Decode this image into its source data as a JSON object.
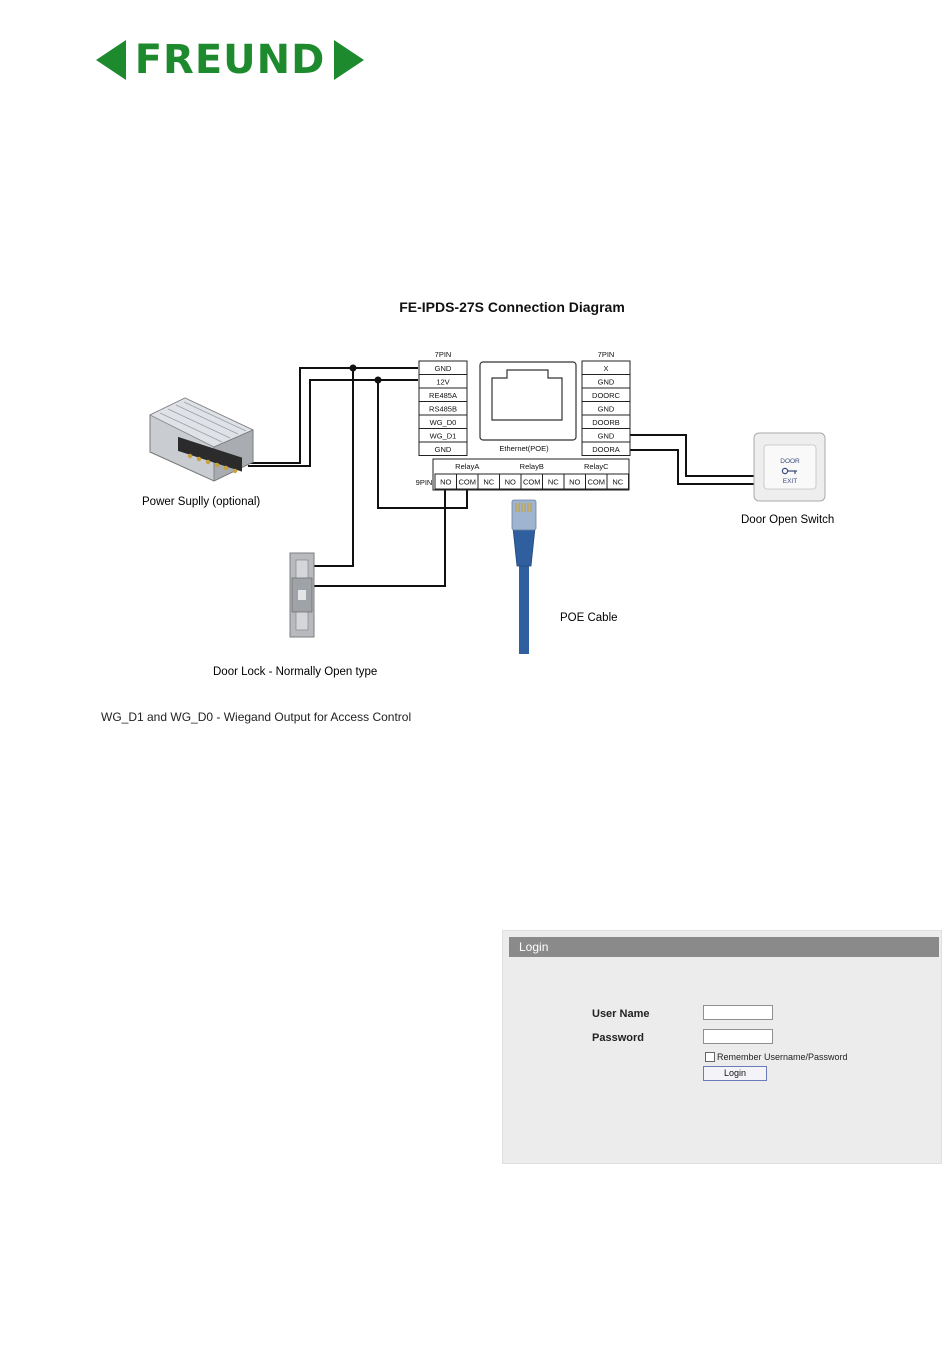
{
  "logo": {
    "text": "FREUND",
    "color": "#1e8a2e"
  },
  "diagram": {
    "title": "FE-IPDS-27S Connection Diagram",
    "left_block": {
      "header": "7PIN",
      "pins": [
        "GND",
        "12V",
        "RE485A",
        "RS485B",
        "WG_D0",
        "WG_D1",
        "GND"
      ]
    },
    "right_block": {
      "header": "7PIN",
      "pins": [
        "X",
        "GND",
        "DOORC",
        "GND",
        "DOORB",
        "GND",
        "DOORA"
      ]
    },
    "ethernet_label": "Ethernet(POE)",
    "relay_header": "9PIN",
    "relays": [
      {
        "name": "RelayA",
        "terminals": [
          "NO",
          "COM",
          "NC"
        ]
      },
      {
        "name": "RelayB",
        "terminals": [
          "NO",
          "COM",
          "NC"
        ]
      },
      {
        "name": "RelayC",
        "terminals": [
          "NO",
          "COM",
          "NC"
        ]
      }
    ],
    "captions": {
      "power_supply": "Power Suplly (optional)",
      "door_switch": "Door Open Switch",
      "door_lock": "Door Lock - Normally Open type",
      "poe_cable": "POE Cable"
    },
    "switch_text": {
      "top": "DOOR",
      "bottom": "EXIT"
    },
    "cable_color": "#2f5f9e"
  },
  "wiegand_note": "WG_D1 and WG_D0 - Wiegand Output for Access Control",
  "login": {
    "header": "Login",
    "username_label": "User Name",
    "password_label": "Password",
    "username_value": "",
    "password_value": "",
    "remember_label": "Remember Username/Password",
    "button_label": "Login"
  }
}
